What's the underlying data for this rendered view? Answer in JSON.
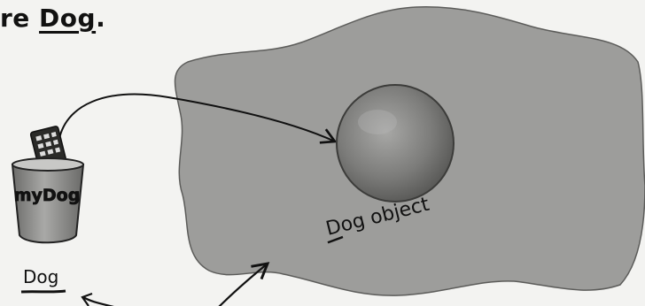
{
  "heading": {
    "prefix": "re ",
    "underlined": "Dog",
    "suffix": "."
  },
  "reference_variable": {
    "name": "myDog",
    "type": "Dog"
  },
  "object": {
    "label": "Dog object"
  },
  "colors": {
    "heap": "#9d9d9b",
    "cup": "#8a8a88",
    "object_ball": "#7b7b79",
    "ink": "#111111"
  }
}
